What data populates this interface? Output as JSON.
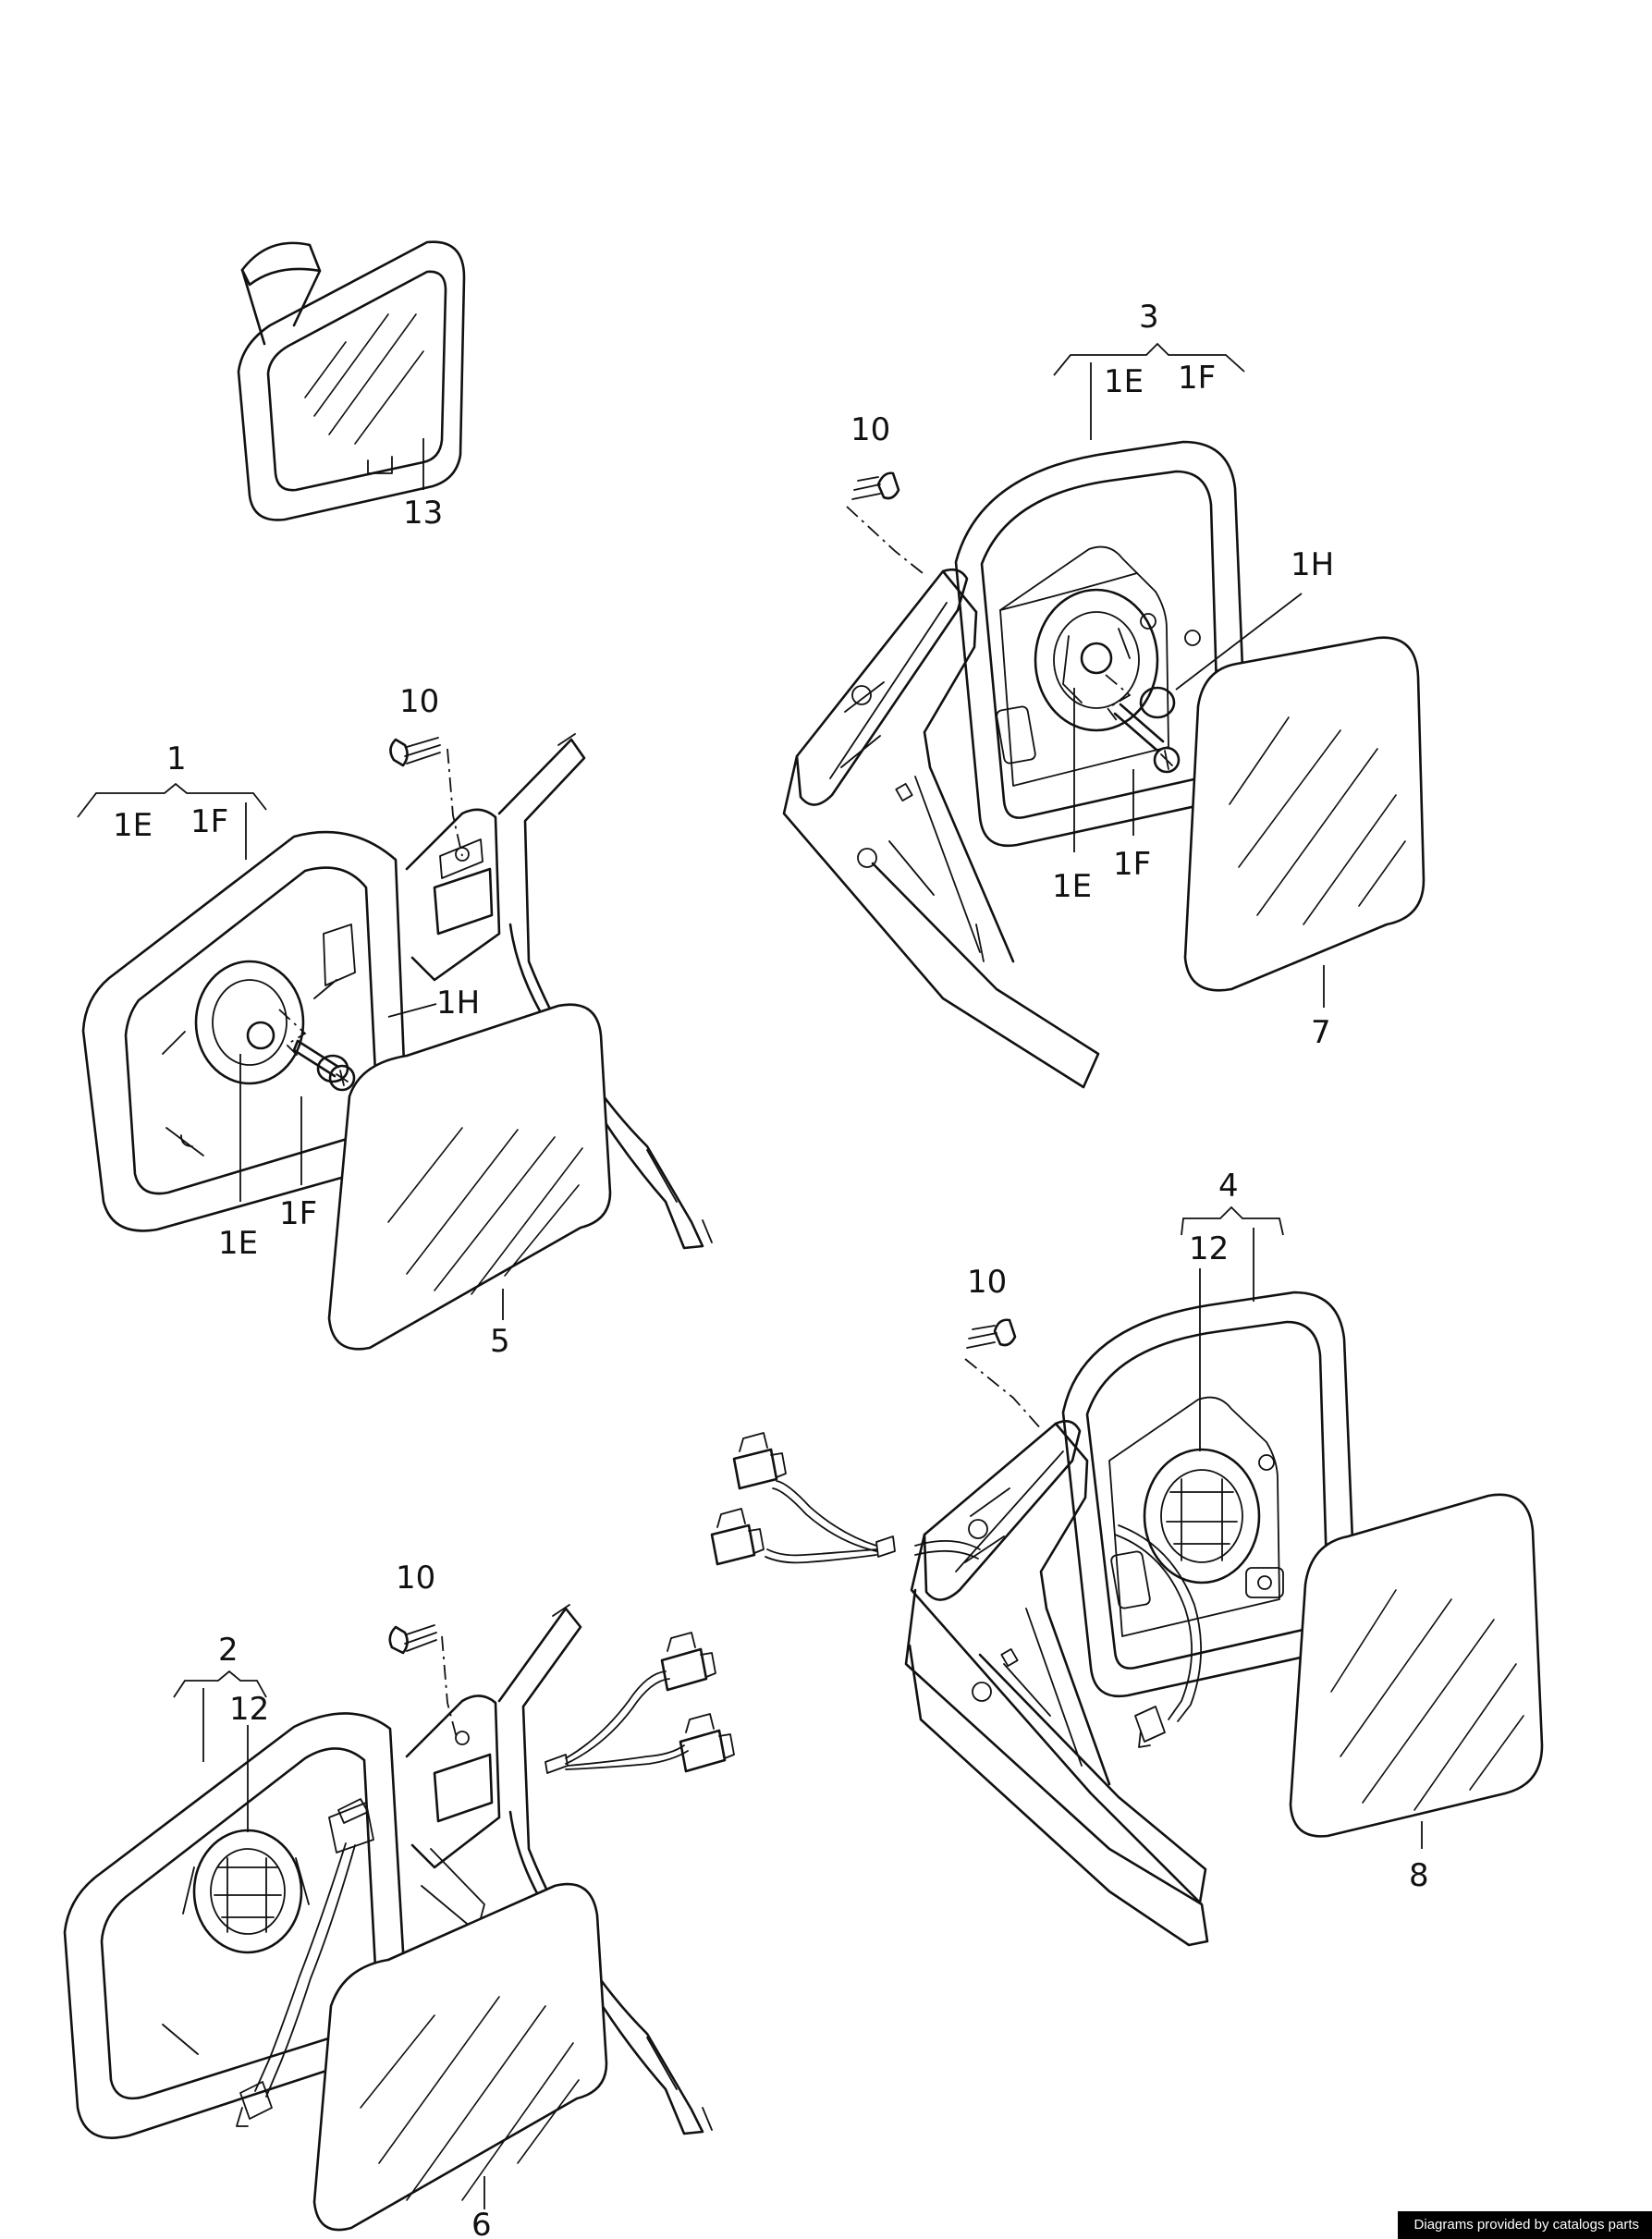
{
  "callouts": {
    "p1": "1",
    "p2": "2",
    "p3": "3",
    "p4": "4",
    "p5": "5",
    "p6": "6",
    "p7": "7",
    "p8": "8",
    "p10": "10",
    "p12": "12",
    "p13": "13",
    "p1E": "1E",
    "p1F": "1F",
    "p1H": "1H"
  },
  "credit": "Diagrams provided by catalogs parts"
}
